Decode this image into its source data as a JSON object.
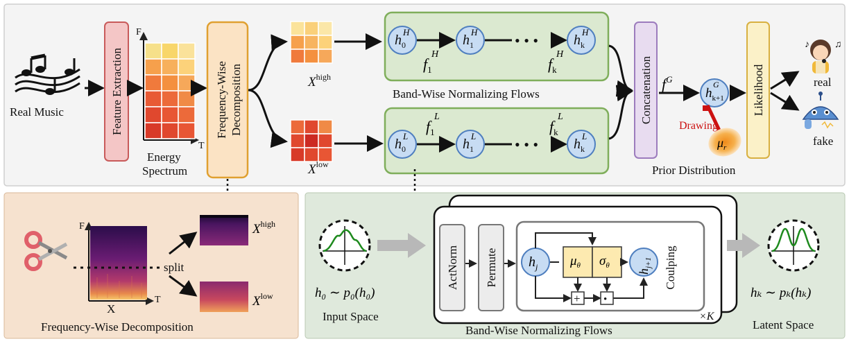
{
  "top": {
    "input_label": "Real Music",
    "feature_extraction": "Feature Extraction",
    "axis_f": "F",
    "axis_t": "T",
    "energy_label_1": "Energy",
    "energy_label_2": "Spectrum",
    "freq_decomp_1": "Frequency-Wise",
    "freq_decomp_2": "Decomposition",
    "x_high_base": "X",
    "x_high_sup": "high",
    "x_low_base": "X",
    "x_low_sup": "low",
    "high_flow": {
      "h0": "h",
      "h0_sub": "0",
      "h0_sup": "H",
      "h1": "h",
      "h1_sub": "1",
      "h1_sup": "H",
      "hk": "h",
      "hk_sub": "k",
      "hk_sup": "H",
      "f1": "f",
      "f1_sub": "1",
      "f1_sup": "H",
      "fk": "f",
      "fk_sub": "k",
      "fk_sup": "H",
      "dots": "• • •"
    },
    "low_flow": {
      "h0": "h",
      "h0_sub": "0",
      "h0_sup": "L",
      "h1": "h",
      "h1_sub": "1",
      "h1_sup": "L",
      "hk": "h",
      "hk_sub": "k",
      "hk_sup": "L",
      "f1": "f",
      "f1_sub": "1",
      "f1_sup": "L",
      "fk": "f",
      "fk_sub": "k",
      "fk_sup": "L",
      "dots": "• • •"
    },
    "bandwise_label": "Band-Wise Normalizing Flows",
    "concatenation": "Concatenation",
    "fg": "f",
    "fg_sup": "G",
    "hg": "h",
    "hg_sub": "k+1",
    "hg_sup": "G",
    "drawing": "Drawing",
    "mu": "μ",
    "mu_sub": "r",
    "prior_label": "Prior Distribution",
    "likelihood": "Likelihood",
    "real": "real",
    "fake": "fake"
  },
  "bottom_left": {
    "axis_f": "F",
    "axis_t": "T",
    "axis_x": "X",
    "split": "split",
    "x_high_base": "X",
    "x_high_sup": "high",
    "x_low_base": "X",
    "x_low_sup": "low",
    "caption": "Frequency-Wise Decomposition"
  },
  "bottom_right": {
    "input_formula": "h₀ ∼ p₀(h₀)",
    "input_label": "Input Space",
    "actnorm": "ActNorm",
    "permute": "Permute",
    "hj": "h",
    "hj_sub": "j",
    "mu_theta": "μ",
    "mu_theta_sub": "θ",
    "sigma_theta": "σ",
    "sigma_theta_sub": "θ",
    "hj1": "h",
    "hj1_sub": "j+1",
    "coupling": "Coulping",
    "plus": "+",
    "dot": "•",
    "times_k": "×K",
    "caption": "Band-Wise Normalizing Flows",
    "latent_formula": "hₖ ∼ pₖ(hₖ)",
    "latent_label": "Latent Space"
  },
  "colors": {
    "top_panel": "#f4f4f4",
    "bottom_left_panel": "#f6e2cf",
    "bottom_right_panel": "#dfe9dc",
    "flow_box": "#dbe9d0",
    "flow_box_border": "#7fae5b",
    "node": "#c7dcf3",
    "node_border": "#4f7fbf",
    "feature_box": "#f4c6c6",
    "freq_box": "#fbe3c4",
    "concat_box": "#e8dcf0",
    "likelihood_box": "#fbf1c8",
    "drawing_red": "#cc1111"
  }
}
